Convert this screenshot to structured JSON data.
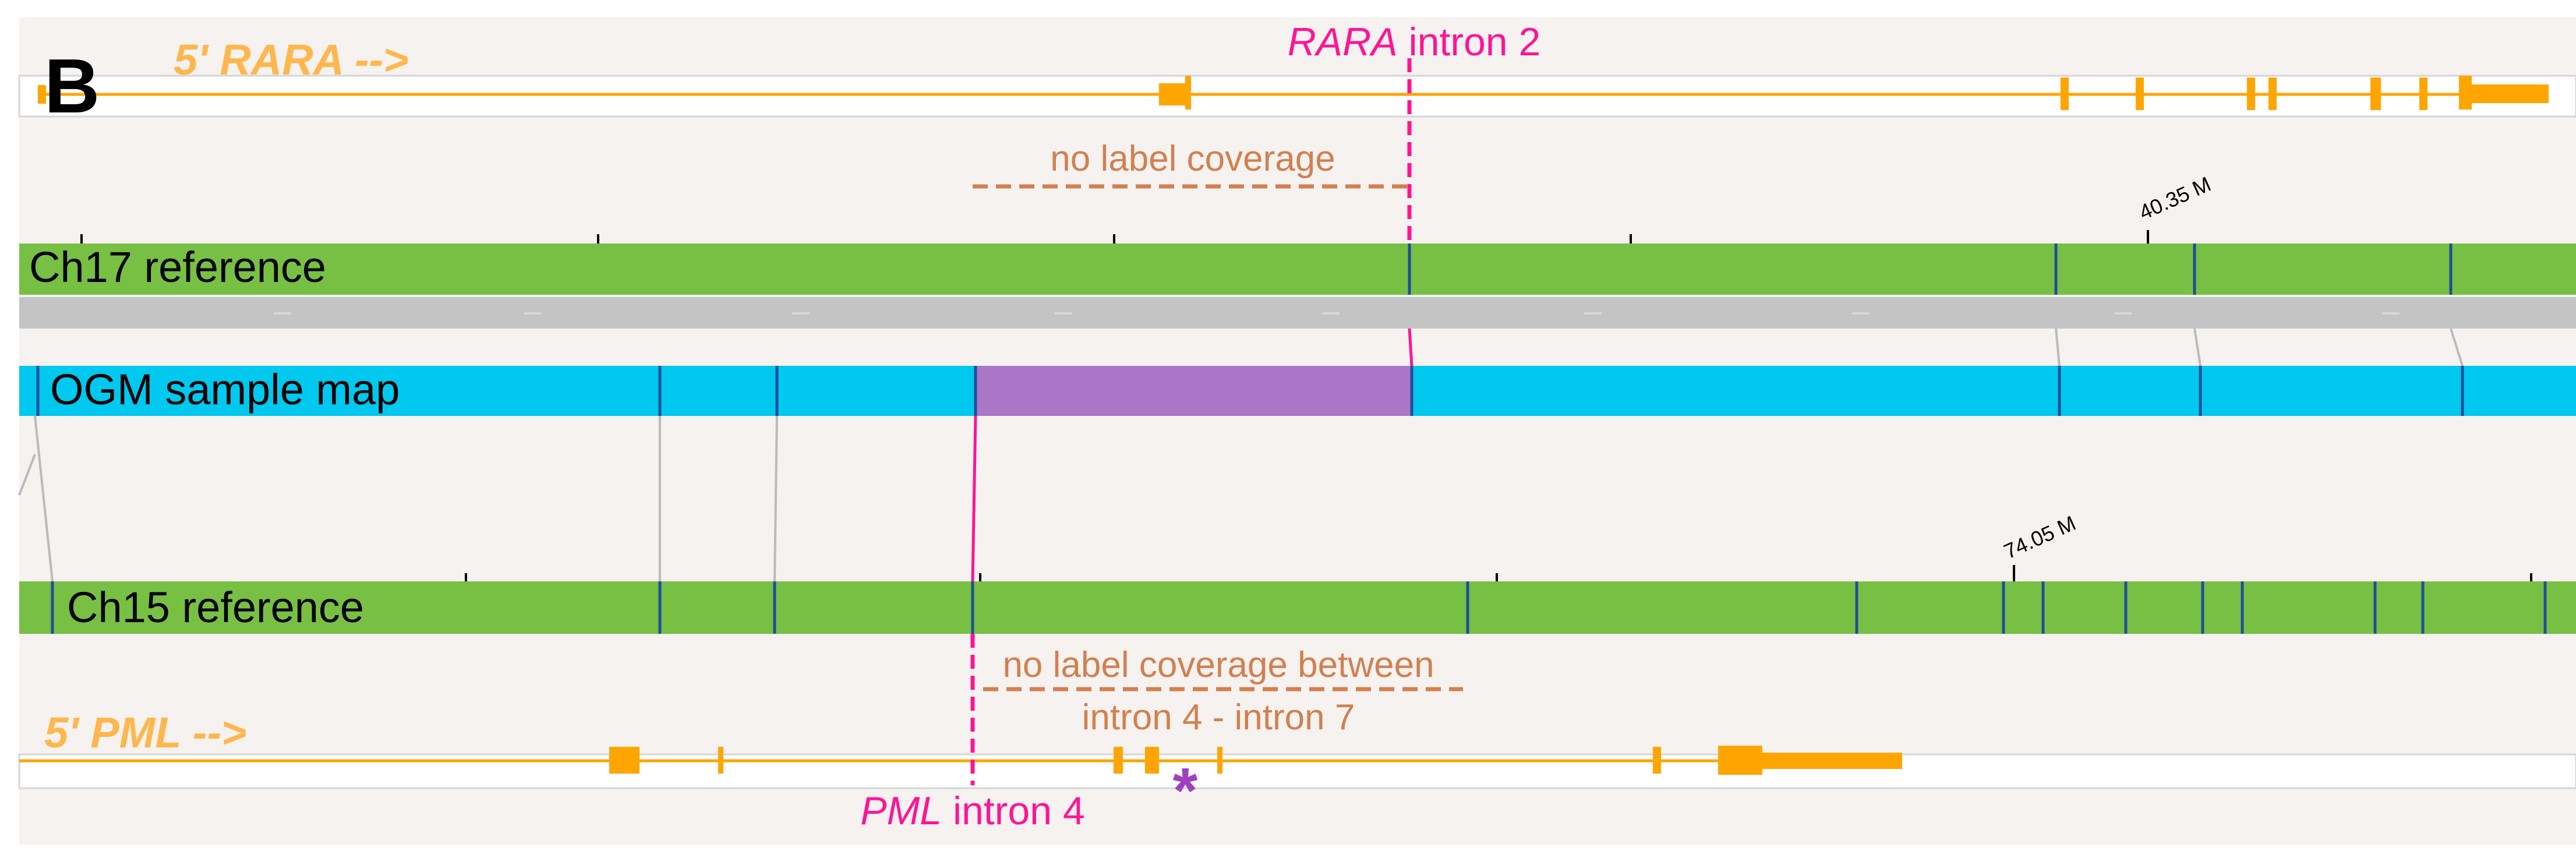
{
  "panel_letter": "B",
  "rara": {
    "gene_label_prefix": "5' ",
    "gene_name": "RARA",
    "gene_label_suffix": " -->",
    "intron_label_gene": "RARA",
    "intron_label_text": " intron 2",
    "gap_label": "no label coverage"
  },
  "ch17": {
    "label": "Ch17 reference",
    "tick_label": "40.35 M"
  },
  "sample": {
    "label": "OGM sample map"
  },
  "ch15": {
    "label": "Ch15 reference",
    "tick_label": "74.05 M"
  },
  "pml": {
    "gene_label_prefix": "5' ",
    "gene_name": "PML",
    "gene_label_suffix": " -->",
    "intron_label_gene": "PML",
    "intron_label_text": " intron 4",
    "gap_label_line1": "no label coverage between",
    "gap_label_line2": "intron 4 - intron 7",
    "asterisk": "*"
  },
  "colors": {
    "gene": "#FFA500",
    "gene_label": "#FFB74D",
    "breakpoint": "#FF1493",
    "gap_text": "#D2804F",
    "reference": "#77C043",
    "sample": "#00C8EE",
    "fusion_segment": "#AA77C8",
    "label_site": "#1F4E9A",
    "background": "#F5F2F0",
    "asterisk": "#A040C0"
  }
}
